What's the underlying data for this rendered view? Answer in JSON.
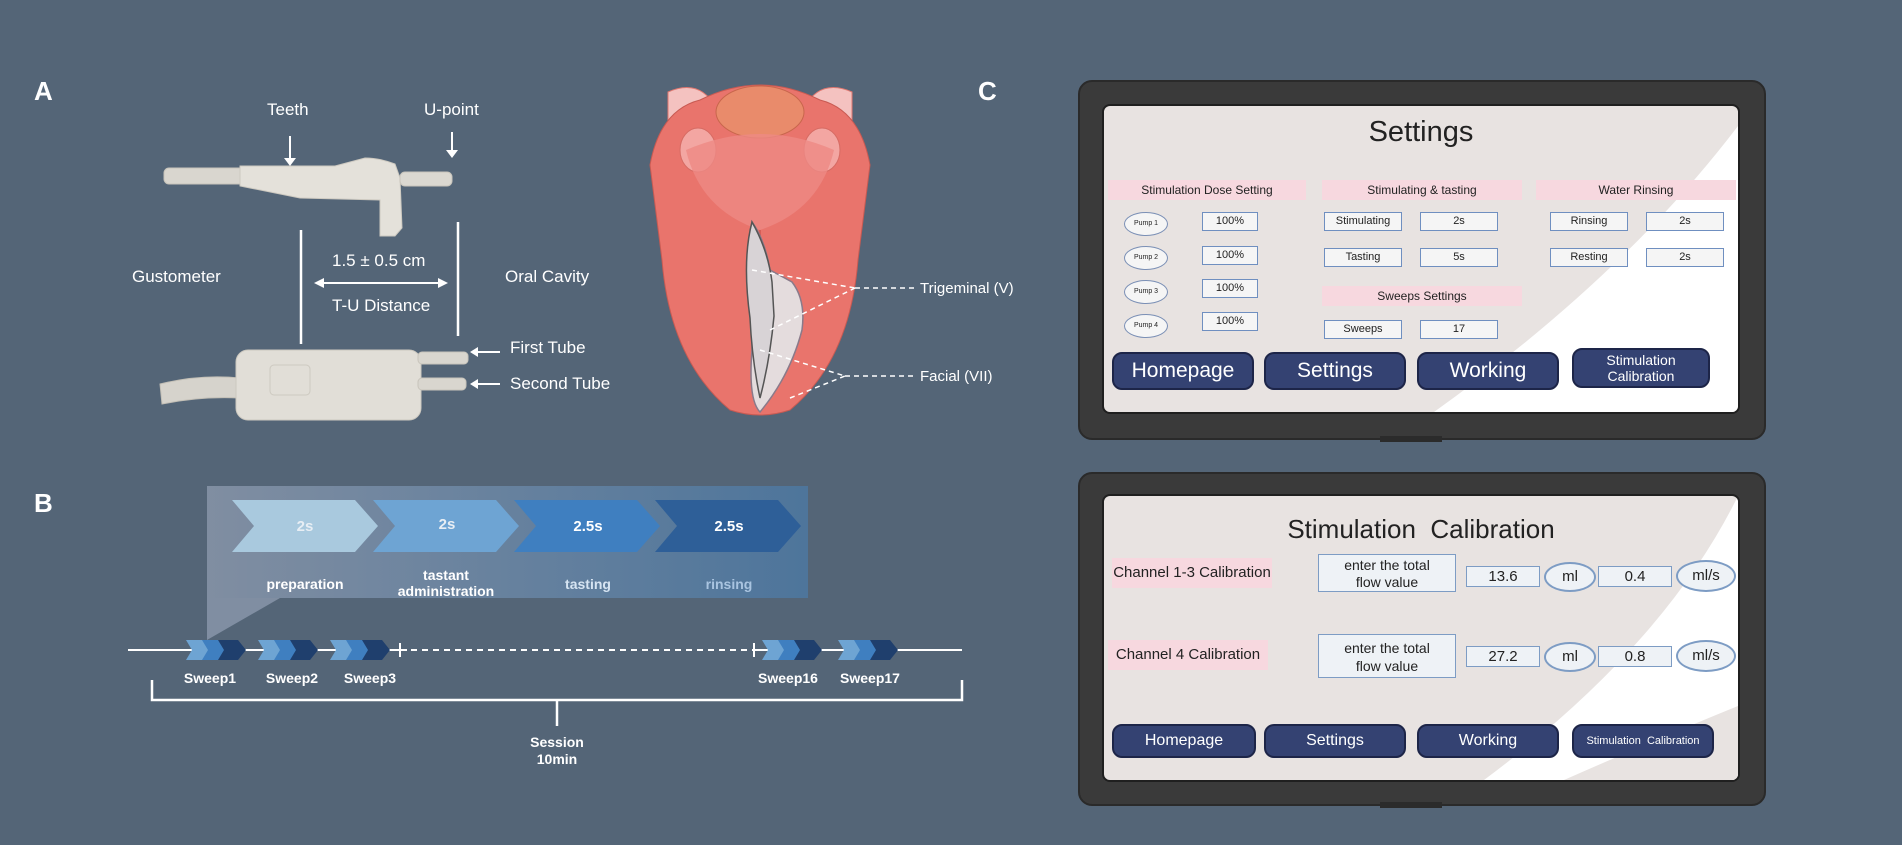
{
  "panel_labels": {
    "a": "A",
    "b": "B",
    "c": "C"
  },
  "panel_a": {
    "teeth": "Teeth",
    "upoint": "U-point",
    "gustometer": "Gustometer",
    "distance": "1.5 ± 0.5 cm",
    "tu_distance": "T-U Distance",
    "oral_cavity": "Oral Cavity",
    "first_tube": "First Tube",
    "second_tube": "Second Tube",
    "trigeminal": "Trigeminal (V)",
    "facial": "Facial (VII)"
  },
  "panel_b": {
    "phases": [
      {
        "duration": "2s",
        "label": "preparation"
      },
      {
        "duration": "2s",
        "label": "tastant administration"
      },
      {
        "duration": "2.5s",
        "label": "tasting"
      },
      {
        "duration": "2.5s",
        "label": "rinsing"
      }
    ],
    "sweeps": [
      "Sweep1",
      "Sweep2",
      "Sweep3",
      "Sweep16",
      "Sweep17"
    ],
    "session": "Session",
    "session_time": "10min",
    "colors": {
      "phase1": "#a9c9de",
      "phase2": "#6ea4d3",
      "phase3": "#3f7fc0",
      "phase4": "#2e5f98"
    }
  },
  "settings_screen": {
    "title": "Settings",
    "dose_header": "Stimulation Dose Setting",
    "pumps": [
      {
        "name": "Pump 1",
        "value": "100%"
      },
      {
        "name": "Pump 2",
        "value": "100%"
      },
      {
        "name": "Pump 3",
        "value": "100%"
      },
      {
        "name": "Pump 4",
        "value": "100%"
      }
    ],
    "stim_header": "Stimulating & tasting",
    "stimulating_label": "Stimulating",
    "stimulating_value": "2s",
    "tasting_label": "Tasting",
    "tasting_value": "5s",
    "sweeps_header": "Sweeps Settings",
    "sweeps_label": "Sweeps",
    "sweeps_value": "17",
    "water_header": "Water Rinsing",
    "rinsing_label": "Rinsing",
    "rinsing_value": "2s",
    "resting_label": "Resting",
    "resting_value": "2s",
    "nav": {
      "homepage": "Homepage",
      "settings": "Settings",
      "working": "Working",
      "calibration_line1": "Stimulation",
      "calibration_line2": "Calibration"
    }
  },
  "calibration_screen": {
    "title": "Stimulation  Calibration",
    "ch13_label": "Channel 1-3 Calibration",
    "ch13_prompt_line1": "enter the total",
    "ch13_prompt_line2": "flow value",
    "ch13_value": "13.6",
    "ch13_unit": "ml",
    "ch13_rate": "0.4",
    "ch13_rate_unit": "ml/s",
    "ch4_label": "Channel 4 Calibration",
    "ch4_prompt_line1": "enter the total",
    "ch4_prompt_line2": "flow value",
    "ch4_value": "27.2",
    "ch4_unit": "ml",
    "ch4_rate": "0.8",
    "ch4_rate_unit": "ml/s",
    "nav": {
      "homepage": "Homepage",
      "settings": "Settings",
      "working": "Working",
      "calibration": "Stimulation  Calibration"
    }
  }
}
